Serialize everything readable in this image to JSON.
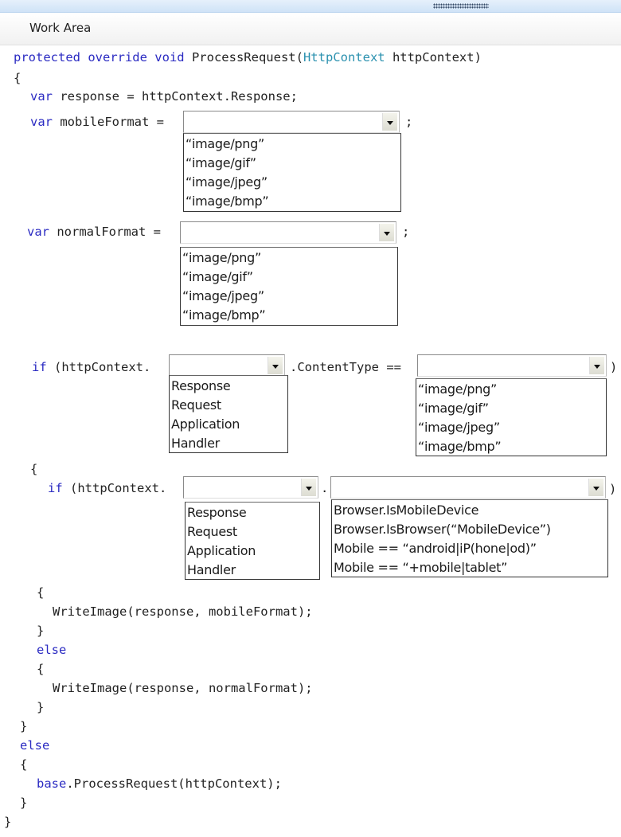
{
  "window": {
    "header_title": "Work Area"
  },
  "code": {
    "signature": {
      "keywords": "protected override void",
      "method": " ProcessRequest(",
      "type": "HttpContext",
      "param": " httpContext)"
    },
    "open_brace": "{",
    "line_response": {
      "kw": "var",
      "text": " response = httpContext.Response;"
    },
    "line_mobile": {
      "kw": "var",
      "text": " mobileFormat =",
      "suffix": ";"
    },
    "line_normal": {
      "kw": "var",
      "text": " normalFormat =",
      "suffix": ";"
    },
    "line_if1": {
      "kw": "if",
      "text": " (httpContext.",
      "mid": ".ContentType ==",
      "suffix": ")"
    },
    "brace_if1_open": "{",
    "line_if2": {
      "kw": "if",
      "text": " (httpContext.",
      "mid": ".",
      "suffix": ")"
    },
    "brace_if2_open": "{",
    "write_mobile": "WriteImage(response, mobileFormat);",
    "brace_if2_close": "}",
    "else_inner": "else",
    "brace_else_inner_open": "{",
    "write_normal": "WriteImage(response, normalFormat);",
    "brace_else_inner_close": "}",
    "brace_if1_close": "}",
    "else_outer": "else",
    "brace_else_outer_open": "{",
    "base_kw": "base",
    "base_call": ".ProcessRequest(httpContext);",
    "brace_else_outer_close": "}",
    "close_brace": "}"
  },
  "dropdowns": {
    "mobile_format": {
      "value": "",
      "options": [
        "“image/png”",
        "“image/gif”",
        "“image/jpeg”",
        "“image/bmp”"
      ]
    },
    "normal_format": {
      "value": "",
      "options": [
        "“image/png”",
        "“image/gif”",
        "“image/jpeg”",
        "“image/bmp”"
      ]
    },
    "context_property_1": {
      "value": "",
      "options": [
        "Response",
        "Request",
        "Application",
        "Handler"
      ]
    },
    "content_type": {
      "value": "",
      "options": [
        "“image/png”",
        "“image/gif”",
        "“image/jpeg”",
        "“image/bmp”"
      ]
    },
    "context_property_2": {
      "value": "",
      "options": [
        "Response",
        "Request",
        "Application",
        "Handler"
      ]
    },
    "mobile_check": {
      "value": "",
      "options": [
        "Browser.IsMobileDevice",
        "Browser.IsBrowser(“MobileDevice”)",
        "Mobile == “android|iP(hone|od)”",
        "Mobile == “+mobile|tablet”"
      ]
    }
  }
}
